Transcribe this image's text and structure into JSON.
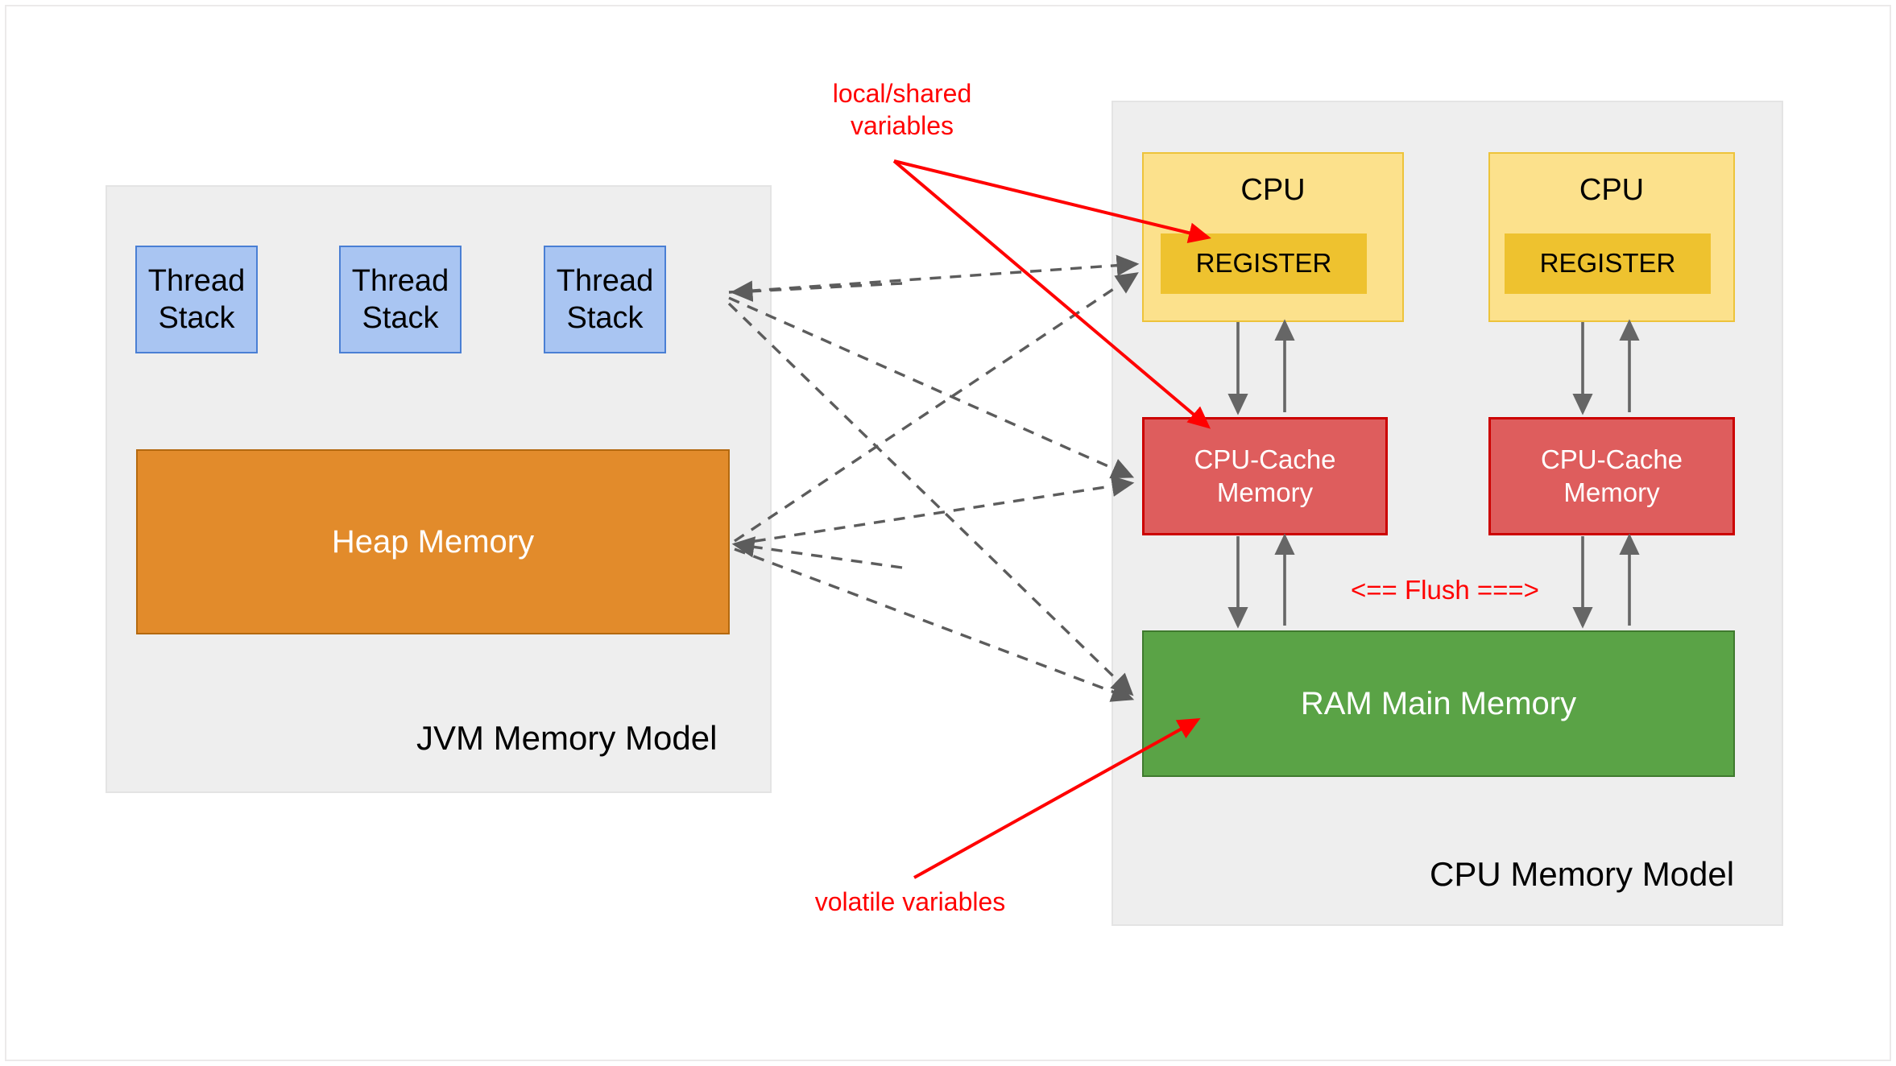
{
  "diagram": {
    "title_hidden": "",
    "colors": {
      "group_bg": "#eeeeee",
      "group_border": "#e4e4e4",
      "thread_fill": "#a9c5f2",
      "thread_border": "#4a7fd4",
      "heap_fill": "#e28b2b",
      "heap_border": "#b4690f",
      "cpu_fill": "#fce18c",
      "cpu_border": "#edc33a",
      "register_fill": "#eec22f",
      "cache_fill": "#de5d5d",
      "cache_border": "#cc0000",
      "ram_fill": "#5aa346",
      "ram_border": "#3f7a2e",
      "annotation_red": "#ff0000",
      "connector_gray": "#5c5c5c"
    }
  },
  "jvm_group": {
    "label": "JVM Memory Model",
    "thread_stacks": [
      {
        "label": "Thread\nStack"
      },
      {
        "label": "Thread\nStack"
      },
      {
        "label": "Thread\nStack"
      }
    ],
    "heap": {
      "label": "Heap Memory"
    }
  },
  "cpu_group": {
    "label": "CPU Memory Model",
    "cores": [
      {
        "cpu_label": "CPU",
        "register_label": "REGISTER",
        "cache_label": "CPU-Cache\nMemory"
      },
      {
        "cpu_label": "CPU",
        "register_label": "REGISTER",
        "cache_label": "CPU-Cache\nMemory"
      }
    ],
    "ram": {
      "label": "RAM Main Memory"
    },
    "flush_label": "<== Flush ===>"
  },
  "annotations": [
    {
      "id": "local-shared",
      "label": "local/shared\nvariables"
    },
    {
      "id": "volatile",
      "label": "volatile variables"
    }
  ]
}
